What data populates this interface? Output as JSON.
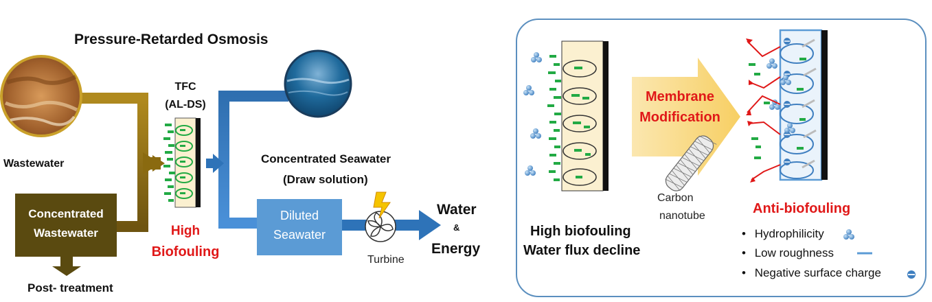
{
  "left": {
    "title": "Pressure-Retarded  Osmosis",
    "wastewater": "Wastewater",
    "tfc_line1": "TFC",
    "tfc_line2": "(AL-DS)",
    "concentrated_wastewater_line1": "Concentrated",
    "concentrated_wastewater_line2": "Wastewater",
    "post_treatment": "Post- treatment",
    "high_biofouling_line1": "High",
    "high_biofouling_line2": "Biofouling",
    "concentrated_seawater": "Concentrated Seawater",
    "draw_solution": "(Draw solution)",
    "diluted_seawater_line1": "Diluted",
    "diluted_seawater_line2": "Seawater",
    "turbine": "Turbine",
    "water": "Water",
    "ampersand": "&",
    "energy": "Energy"
  },
  "right": {
    "membrane_modification_line1": "Membrane",
    "membrane_modification_line2": "Modification",
    "carbon_line1": "Carbon",
    "carbon_line2": "nanotube",
    "high_biofouling": "High biofouling",
    "water_flux_decline": "Water flux decline",
    "anti_biofouling": "Anti-biofouling",
    "legend": [
      "Hydrophilicity",
      "Low roughness",
      "Negative surface charge"
    ],
    "bullet": "•"
  },
  "colors": {
    "wastewater_pipe": "#8a6a10",
    "seawater_pipe": "#2e73b8",
    "diluted_box": "#5b9bd5",
    "concentrated_box": "#5a4a10",
    "red_accent": "#e01818",
    "bacteria_green": "#22aa44",
    "panel_border": "#5b8fbf"
  }
}
